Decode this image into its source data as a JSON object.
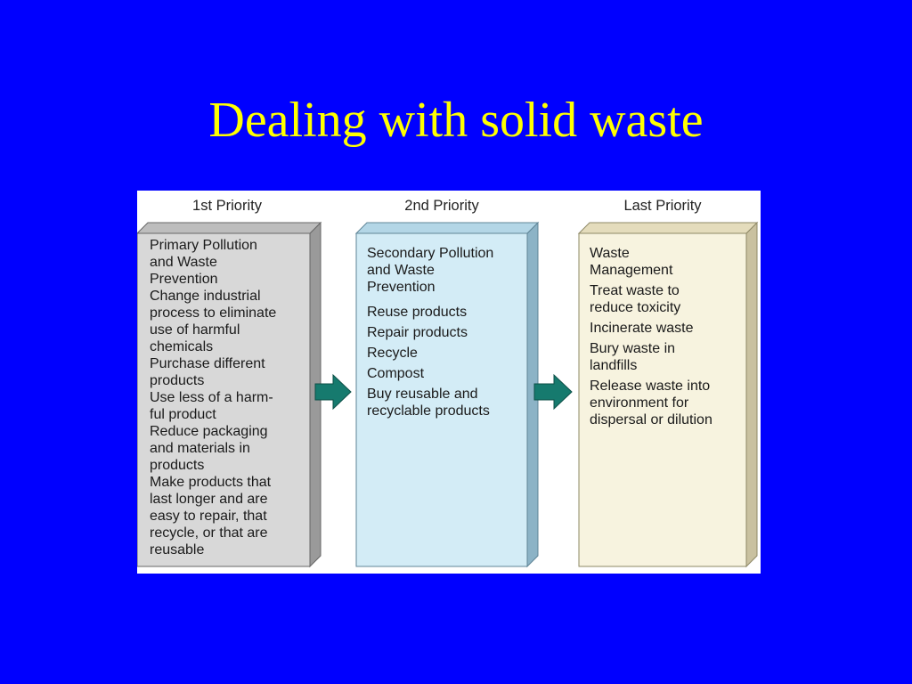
{
  "title": "Dealing with solid waste",
  "columns": [
    {
      "header": "1st Priority",
      "heading": [
        "Primary Pollution",
        "and Waste",
        "Prevention"
      ],
      "items": [
        [
          "Change industrial",
          "process to eliminate",
          "use of harmful",
          "chemicals"
        ],
        [
          "Purchase different",
          "products"
        ],
        [
          "Use less of a harm-",
          "ful product"
        ],
        [
          "Reduce packaging",
          "and materials in",
          "products"
        ],
        [
          "Make products that",
          "last longer and are",
          "easy to repair, that",
          "recycle, or that are",
          "reusable"
        ]
      ],
      "fill": "#d8d8d8"
    },
    {
      "header": "2nd Priority",
      "heading": [
        "Secondary Pollution",
        "and Waste",
        "Prevention"
      ],
      "items": [
        [
          "Reuse products"
        ],
        [
          "Repair products"
        ],
        [
          "Recycle"
        ],
        [
          "Compost"
        ],
        [
          "Buy reusable and",
          "recyclable products"
        ]
      ],
      "fill": "#d3ecf6"
    },
    {
      "header": "Last Priority",
      "heading": [
        "Waste",
        "Management"
      ],
      "items": [
        [
          "Treat waste to",
          "reduce toxicity"
        ],
        [
          "Incinerate waste"
        ],
        [
          "Bury waste in",
          "landfills"
        ],
        [
          "Release waste into",
          "environment for",
          "dispersal or dilution"
        ]
      ],
      "fill": "#f7f3df"
    }
  ],
  "colors": {
    "background": "#0000ff",
    "title": "#ffff00",
    "arrow": "#167a6e"
  }
}
